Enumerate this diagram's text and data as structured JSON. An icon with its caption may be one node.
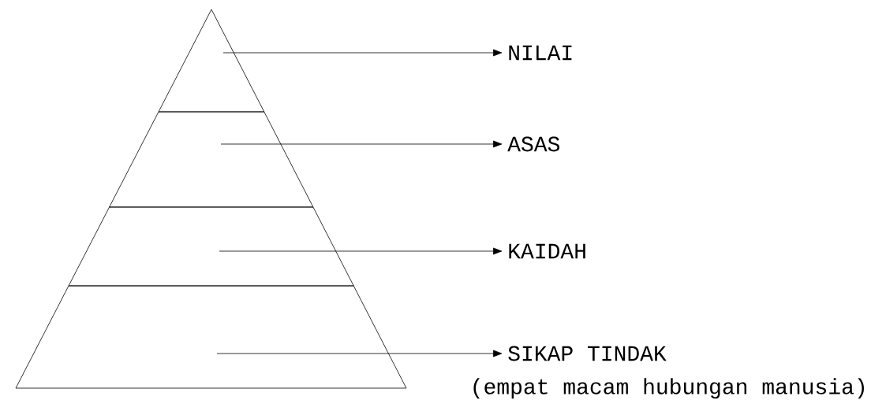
{
  "diagram": {
    "caption": "(empat macam hubungan manusia)",
    "nodes": [
      {
        "text": [],
        "shape": "triangle"
      },
      {
        "text": [],
        "shape": "band"
      },
      {
        "text": [],
        "shape": "band"
      },
      {
        "text": [],
        "shape": "band"
      },
      {
        "text": [
          "NILAI"
        ]
      },
      {
        "text": [
          "ASAS"
        ]
      },
      {
        "text": [
          "KAIDAH"
        ]
      },
      {
        "text": [
          "SIKAP TINDAK"
        ]
      }
    ],
    "edges": [
      {
        "from": 0,
        "to": 4,
        "arrow": "to"
      },
      {
        "from": 1,
        "to": 5,
        "arrow": "to"
      },
      {
        "from": 2,
        "to": 6,
        "arrow": "to"
      },
      {
        "from": 3,
        "to": 7,
        "arrow": "to"
      }
    ]
  }
}
